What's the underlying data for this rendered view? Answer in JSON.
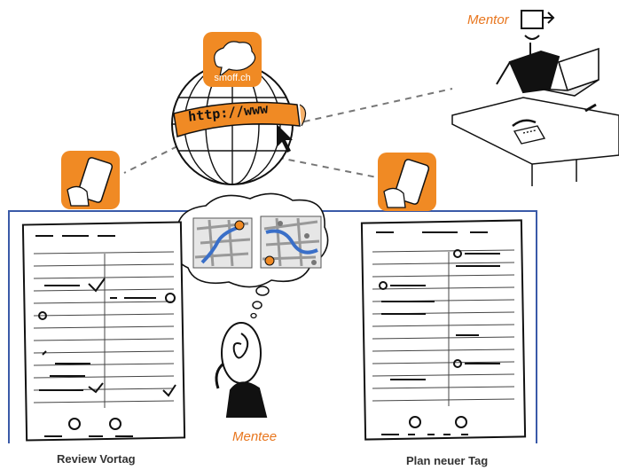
{
  "labels": {
    "mentor": "Mentor",
    "mentee": "Mentee",
    "review": "Review Vortag",
    "plan": "Plan neuer Tag",
    "app_name": "smoff.ch",
    "url": "http://www"
  },
  "colors": {
    "orange": "#f08a24",
    "frame": "#3a5aa8",
    "ink": "#111111",
    "dashes": "#777777"
  },
  "icons": [
    "smoff-app-icon",
    "phone-app-icon",
    "globe-icon",
    "map-icon",
    "thought-bubble-icon",
    "cursor-icon",
    "laptop-icon",
    "telephone-icon"
  ]
}
